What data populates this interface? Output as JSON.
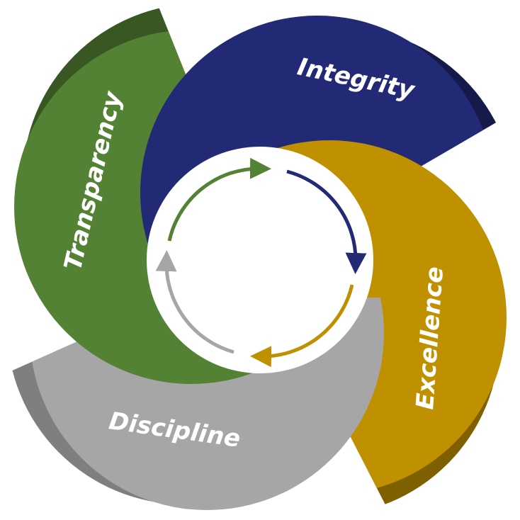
{
  "values": {
    "integrity": "Integrity",
    "excellence": "Excellence",
    "discipline": "Discipline",
    "transparency": "Transparency"
  },
  "colors": {
    "integrity": "#232a75",
    "integrity_shadow": "#161a4a",
    "excellence": "#bf9000",
    "excellence_shadow": "#7f6000",
    "discipline": "#a6a6a6",
    "discipline_shadow": "#7f7f7f",
    "transparency": "#548235",
    "transparency_shadow": "#385723"
  }
}
